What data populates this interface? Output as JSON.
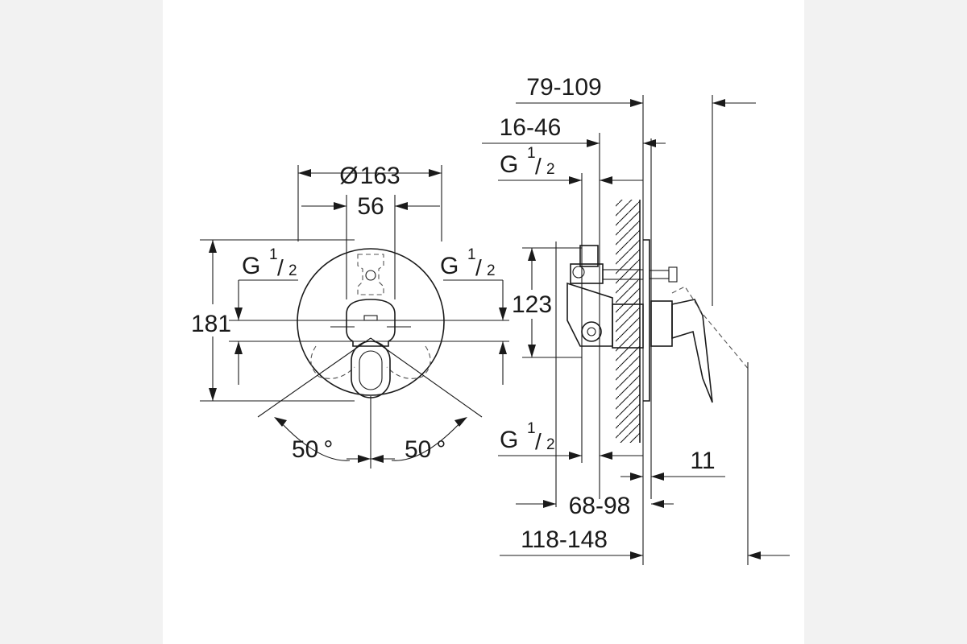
{
  "dimensions": {
    "diameter_prefix": "Ø",
    "diameter": "163",
    "handle_width": "56",
    "height": "181",
    "angle_left": "50",
    "angle_right": "50",
    "degree_symbol": "°",
    "connection_height": "123",
    "wall_depth_range": "79-109",
    "pipe_depth_range": "16-46",
    "body_depth_range": "68-98",
    "overall_depth_range": "118-148",
    "plate_gap": "11"
  },
  "thread_label": {
    "main": "G",
    "numerator": "1",
    "slash": "/",
    "denominator": "2"
  }
}
